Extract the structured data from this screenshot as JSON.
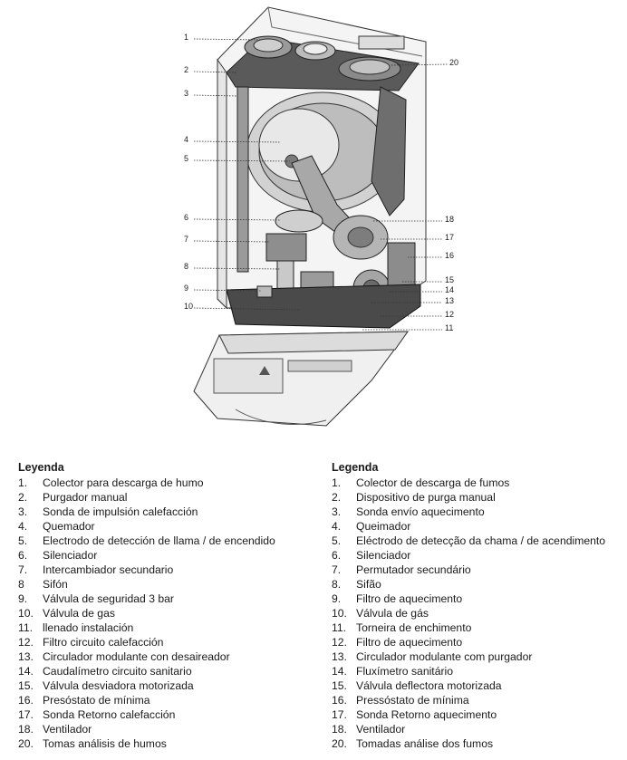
{
  "callouts": [
    "1",
    "2",
    "3",
    "4",
    "5",
    "6",
    "7",
    "8",
    "9",
    "10",
    "20",
    "18",
    "17",
    "16",
    "15",
    "14",
    "13",
    "12",
    "11"
  ],
  "legend_es": {
    "title": "Leyenda",
    "items": [
      {
        "num": "1.",
        "text": "Colector para descarga de humo"
      },
      {
        "num": "2.",
        "text": "Purgador manual"
      },
      {
        "num": "3.",
        "text": "Sonda de impulsión calefacción"
      },
      {
        "num": "4.",
        "text": "Quemador"
      },
      {
        "num": "5.",
        "text": "Electrodo de detección de llama / de encendido"
      },
      {
        "num": "6.",
        "text": "Silenciador"
      },
      {
        "num": "7.",
        "text": "Intercambiador secundario"
      },
      {
        "num": "8",
        "text": "Sifón"
      },
      {
        "num": "9.",
        "text": "Válvula de seguridad 3 bar"
      },
      {
        "num": "10.",
        "text": "Válvula de gas"
      },
      {
        "num": "11.",
        "text": "llenado instalación"
      },
      {
        "num": "12.",
        "text": "Filtro circuito calefacción"
      },
      {
        "num": "13.",
        "text": "Circulador modulante con desaireador"
      },
      {
        "num": "14.",
        "text": "Caudalímetro circuito sanitario"
      },
      {
        "num": "15.",
        "text": "Válvula desviadora motorizada"
      },
      {
        "num": "16.",
        "text": "Presóstato de mínima"
      },
      {
        "num": "17.",
        "text": "Sonda Retorno calefacción"
      },
      {
        "num": "18.",
        "text": "Ventilador"
      },
      {
        "num": "20.",
        "text": "Tomas análisis de humos"
      }
    ]
  },
  "legend_pt": {
    "title": "Legenda",
    "items": [
      {
        "num": "1.",
        "text": "Colector de descarga de fumos"
      },
      {
        "num": "2.",
        "text": "Dispositivo de purga manual"
      },
      {
        "num": "3.",
        "text": "Sonda envío aquecimento"
      },
      {
        "num": "4.",
        "text": "Queimador"
      },
      {
        "num": "5.",
        "text": "Eléctrodo de detecção da chama / de acendimento"
      },
      {
        "num": "6.",
        "text": "Silenciador"
      },
      {
        "num": "7.",
        "text": "Permutador secundário"
      },
      {
        "num": "8.",
        "text": "Sifão"
      },
      {
        "num": "9.",
        "text": "Filtro de aquecimento"
      },
      {
        "num": "10.",
        "text": "Válvula de gás"
      },
      {
        "num": "11.",
        "text": "Torneira de enchimento"
      },
      {
        "num": "12.",
        "text": "Filtro de aquecimento"
      },
      {
        "num": "13.",
        "text": "Circulador  modulante  com purgador"
      },
      {
        "num": "14.",
        "text": "Fluxímetro sanitário"
      },
      {
        "num": "15.",
        "text": "Válvula deflectora motorizada"
      },
      {
        "num": "16.",
        "text": "Pressóstato de mínima"
      },
      {
        "num": "17.",
        "text": "Sonda Retorno aquecimento"
      },
      {
        "num": "18.",
        "text": "Ventilador"
      },
      {
        "num": "20.",
        "text": "Tomadas análise dos fumos"
      }
    ]
  }
}
